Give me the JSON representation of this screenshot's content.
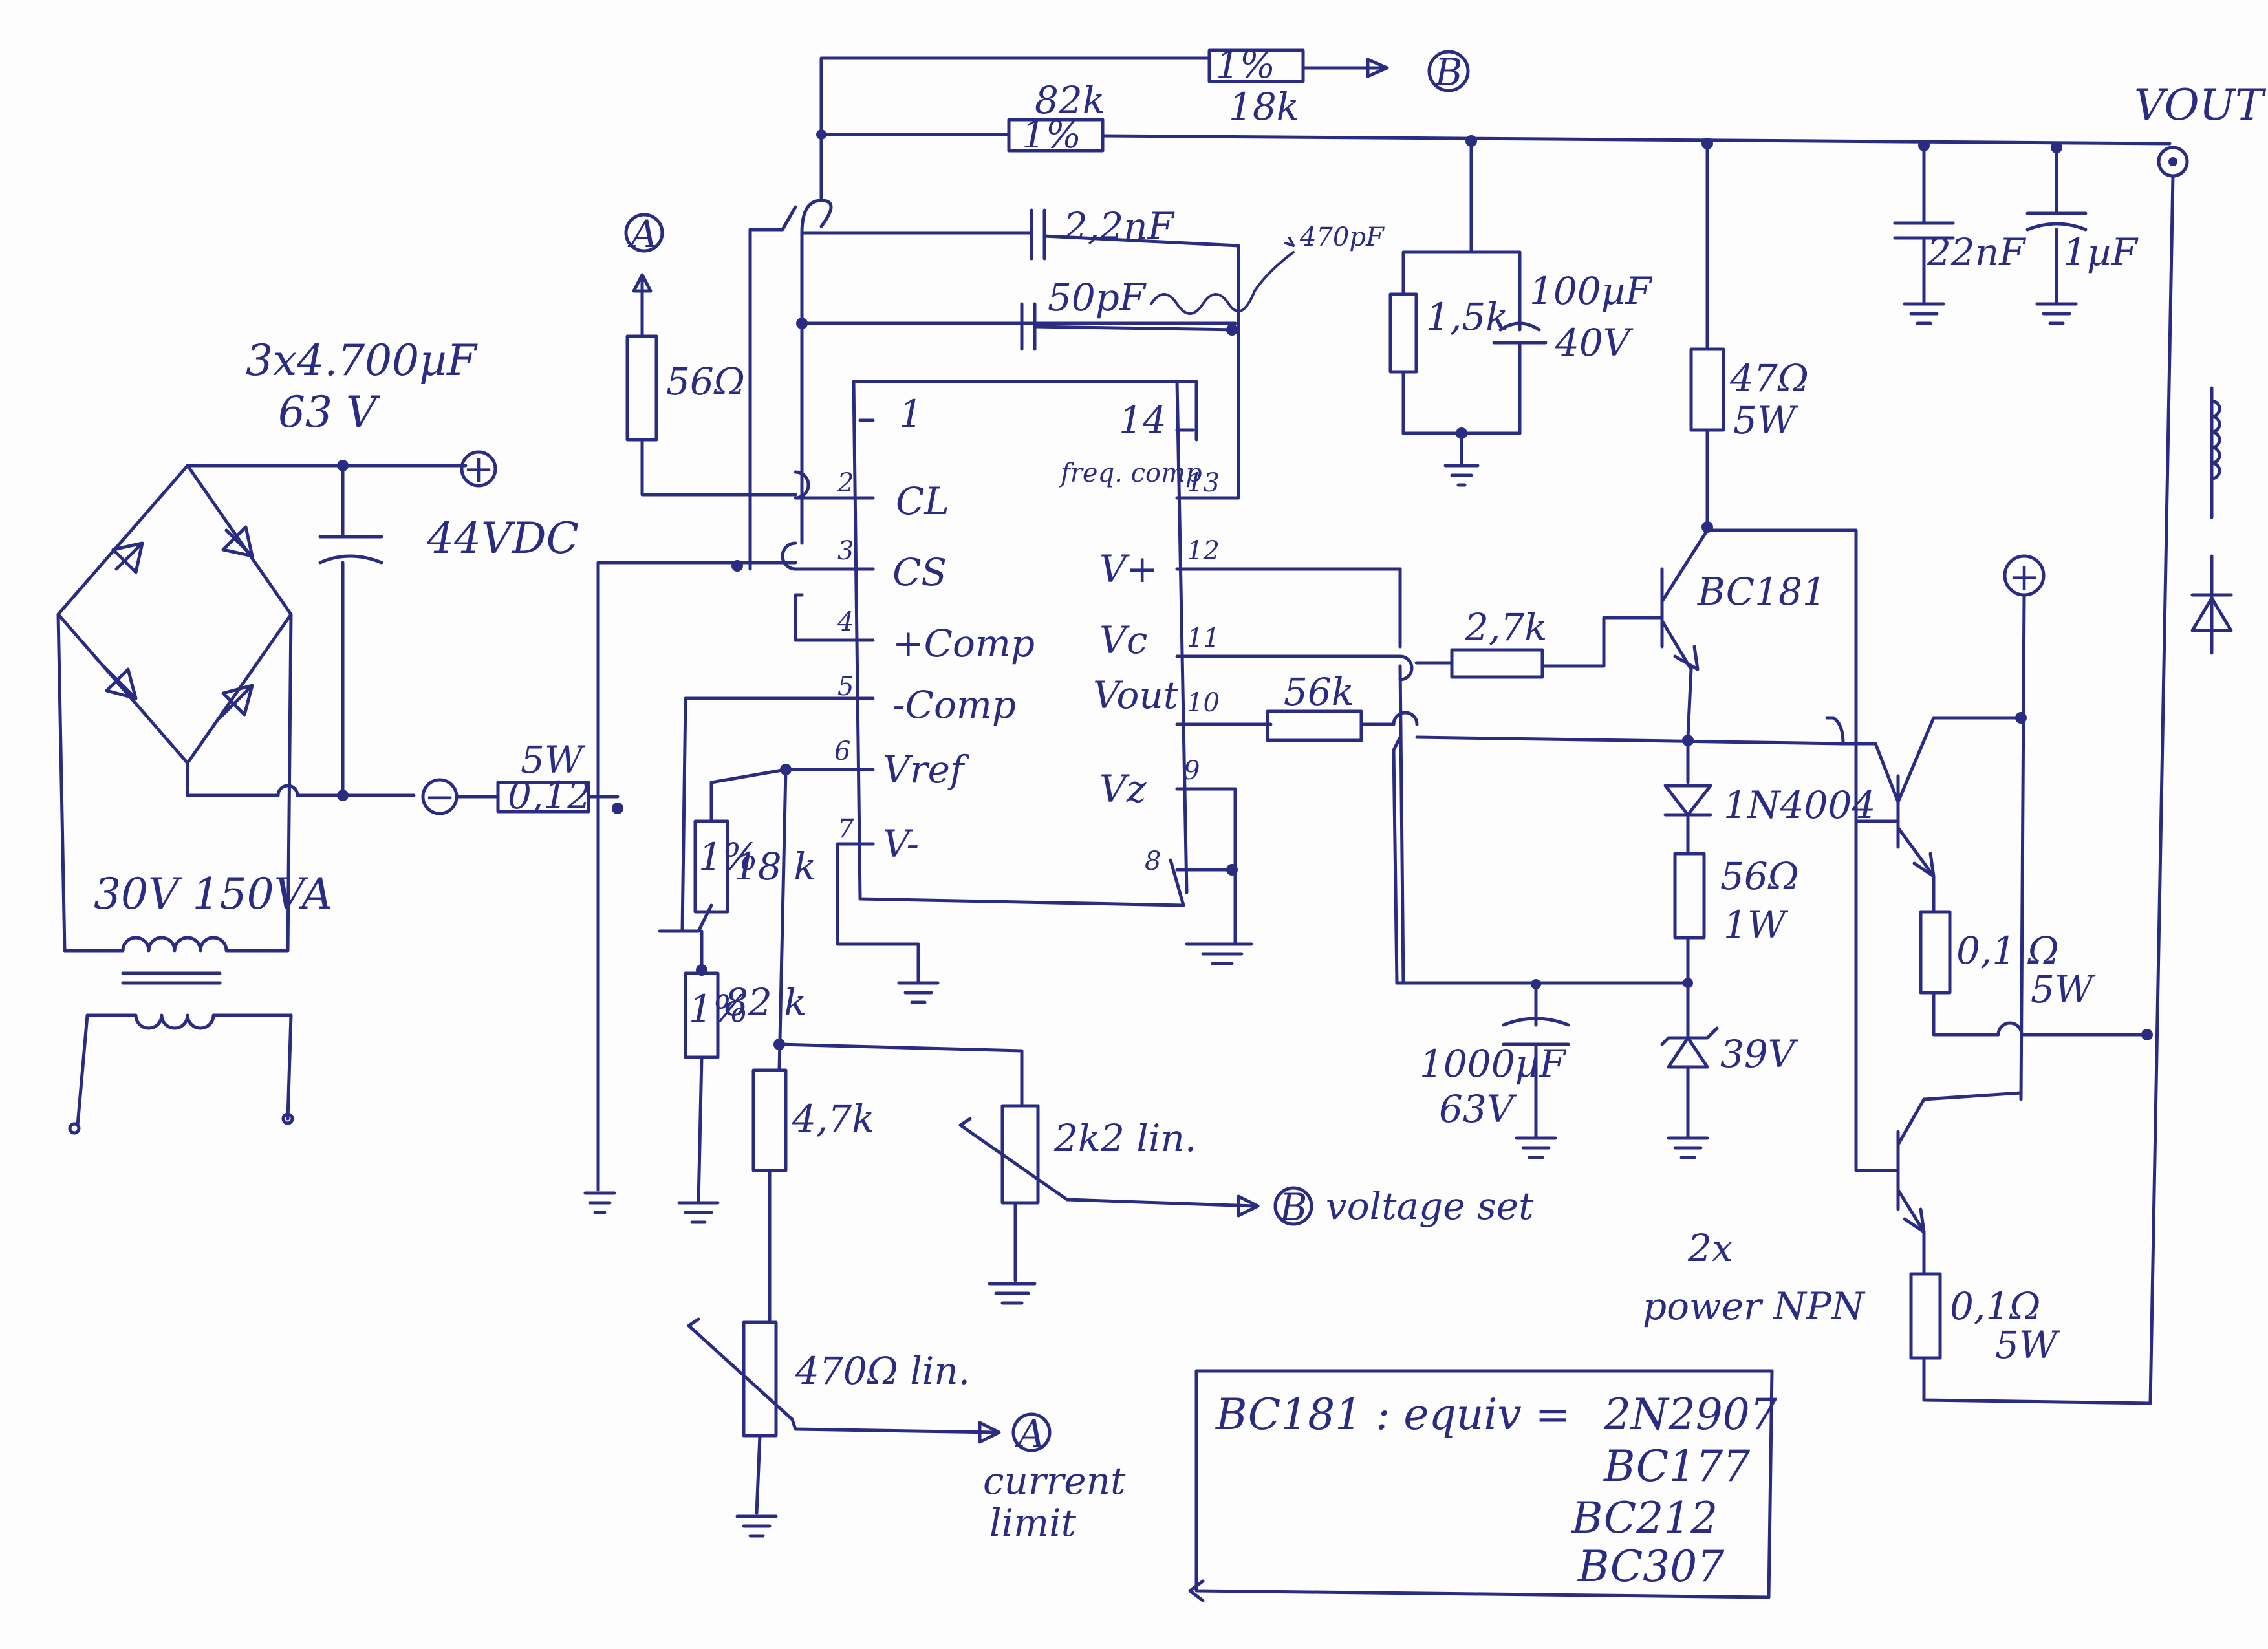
{
  "labels": {
    "bridge_caps": "3x4.700µF",
    "bridge_caps_voltage": "63 V",
    "dc_voltage": "44VDC",
    "transformer": "30V 150VA",
    "shunt_power": "5W",
    "shunt_value": "0,12",
    "r_cl": "56Ω",
    "c_22nf": "2,2nF",
    "c_50pf": "50pF",
    "c_470pf": "470pF",
    "r_82k_top": "82k",
    "r_82k_top_tol": "1%",
    "r_18k_top": "18k",
    "r_18k_top_tol": "1%",
    "vout": "VOUT",
    "r_1k5": "1,5k",
    "c_100uf": "100µF",
    "c_100uf_v": "40V",
    "c_22nf_out": "22nF",
    "c_1uf": "1µF",
    "r_47": "47Ω",
    "r_47_w": "5W",
    "bc181": "BC181",
    "r_2k7": "2,7k",
    "r_56k": "56k",
    "diode": "1N4004",
    "r_56": "56Ω",
    "r_56_w": "1W",
    "c_1000uf": "1000µF",
    "c_1000uf_v": "63V",
    "zener": "39V",
    "r_01a": "0,1 Ω",
    "r_01a_w": "5W",
    "r_01b": "0,1Ω",
    "r_01b_w": "5W",
    "power_npn": "2x",
    "power_npn2": "power NPN",
    "r_18k": "18 k",
    "r_18k_tol": "1%",
    "r_82k": "82 k",
    "r_82k_tol": "1%",
    "r_4k7": "4,7k",
    "pot_2k2": "2k2 lin.",
    "voltage_set": "voltage set",
    "pot_470": "470Ω lin.",
    "current_limit_1": "current",
    "current_limit_2": "limit",
    "marker_a": "A",
    "marker_b": "B",
    "plus": "+",
    "minus": "−"
  },
  "ic": {
    "pins_left": [
      {
        "num": "1",
        "label": ""
      },
      {
        "num": "2",
        "label": "CL"
      },
      {
        "num": "3",
        "label": "CS"
      },
      {
        "num": "4",
        "label": "+Comp"
      },
      {
        "num": "5",
        "label": "-Comp"
      },
      {
        "num": "6",
        "label": "Vref"
      },
      {
        "num": "7",
        "label": "V-"
      }
    ],
    "pins_right": [
      {
        "num": "14",
        "label": ""
      },
      {
        "num": "13",
        "label": "freq. comp"
      },
      {
        "num": "12",
        "label": "V+"
      },
      {
        "num": "11",
        "label": "Vc"
      },
      {
        "num": "10",
        "label": "Vout"
      },
      {
        "num": "9",
        "label": "Vz"
      },
      {
        "num": "8",
        "label": ""
      }
    ]
  },
  "equiv": {
    "title": "BC181 : equiv =",
    "items": [
      "2N2907",
      "BC177",
      "BC212",
      "BC307"
    ]
  }
}
